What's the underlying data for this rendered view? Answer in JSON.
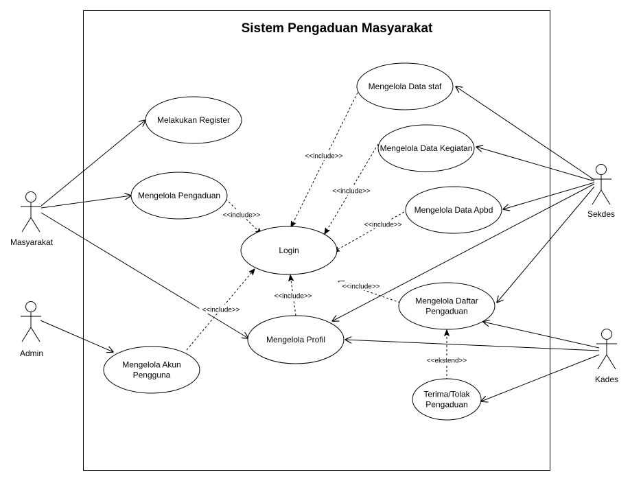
{
  "system": {
    "title": "Sistem Pengaduan Masyarakat"
  },
  "actors": [
    {
      "id": "masyarakat",
      "label": "Masyarakat"
    },
    {
      "id": "admin",
      "label": "Admin"
    },
    {
      "id": "sekdes",
      "label": "Sekdes"
    },
    {
      "id": "kades",
      "label": "Kades"
    }
  ],
  "usecases": [
    {
      "id": "register",
      "lines": [
        "Melakukan Register"
      ]
    },
    {
      "id": "pengaduan",
      "lines": [
        "Mengelola Pengaduan"
      ]
    },
    {
      "id": "login",
      "lines": [
        "Login"
      ]
    },
    {
      "id": "akun",
      "lines": [
        "Mengelola Akun",
        "Pengguna"
      ]
    },
    {
      "id": "profil",
      "lines": [
        "Mengelola Profil"
      ]
    },
    {
      "id": "staf",
      "lines": [
        "Mengelola Data staf"
      ]
    },
    {
      "id": "kegiatan",
      "lines": [
        "Mengelola Data Kegiatan"
      ]
    },
    {
      "id": "apbd",
      "lines": [
        "Mengelola Data Apbd"
      ]
    },
    {
      "id": "daftar",
      "lines": [
        "Mengelola Daftar",
        "Pengaduan"
      ]
    },
    {
      "id": "terima",
      "lines": [
        "Terima/Tolak",
        "Pengaduan"
      ]
    }
  ],
  "associations": [
    {
      "from": "masyarakat",
      "to": "register"
    },
    {
      "from": "masyarakat",
      "to": "pengaduan"
    },
    {
      "from": "masyarakat",
      "to": "profil"
    },
    {
      "from": "admin",
      "to": "akun"
    },
    {
      "from": "sekdes",
      "to": "staf"
    },
    {
      "from": "sekdes",
      "to": "kegiatan"
    },
    {
      "from": "sekdes",
      "to": "apbd"
    },
    {
      "from": "sekdes",
      "to": "profil"
    },
    {
      "from": "sekdes",
      "to": "daftar"
    },
    {
      "from": "kades",
      "to": "daftar"
    },
    {
      "from": "kades",
      "to": "profil"
    },
    {
      "from": "kades",
      "to": "terima"
    }
  ],
  "dependencies": [
    {
      "from": "pengaduan",
      "to": "login",
      "label": "<<include>>"
    },
    {
      "from": "staf",
      "to": "login",
      "label": "<<include>>"
    },
    {
      "from": "kegiatan",
      "to": "login",
      "label": "<<include>>"
    },
    {
      "from": "apbd",
      "to": "login",
      "label": "<<include>>"
    },
    {
      "from": "daftar",
      "to": "login",
      "label": "<<include>>"
    },
    {
      "from": "profil",
      "to": "login",
      "label": "<<include>>"
    },
    {
      "from": "akun",
      "to": "login",
      "label": "<<include>>"
    },
    {
      "from": "terima",
      "to": "daftar",
      "label": "<<ekstend>>"
    }
  ]
}
